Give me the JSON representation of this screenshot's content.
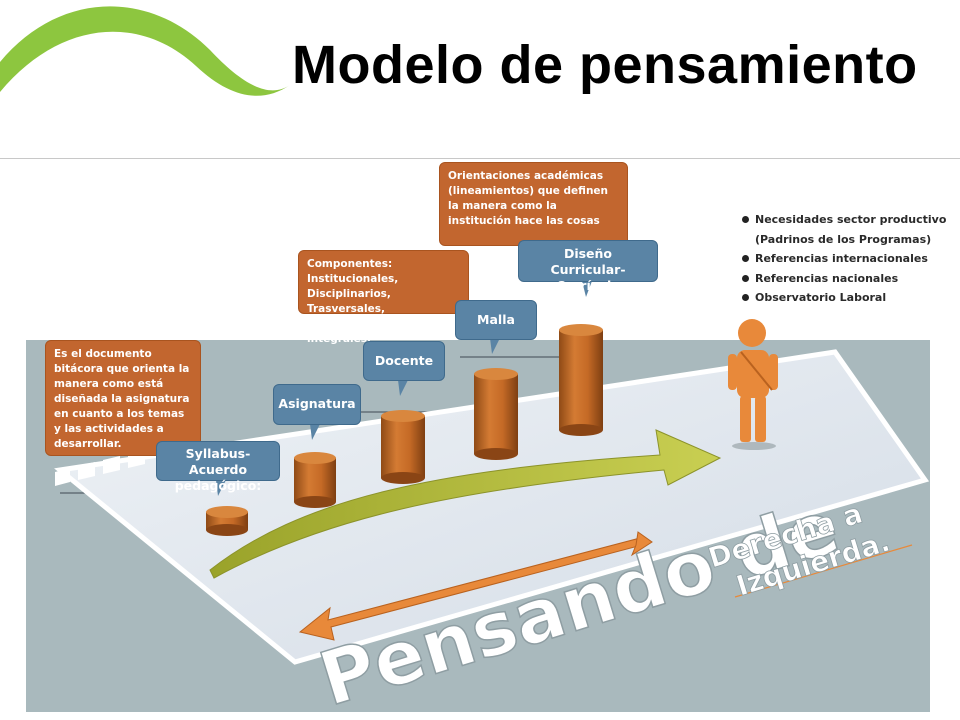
{
  "title": "Modelo de pensamiento",
  "callouts": {
    "orientaciones": "Orientaciones académicas (lineamientos) que definen la manera como la institución hace las cosas",
    "componentes": "Componentes: Institucionales, Disciplinarios, Trasversales, Investigativos e integrales.",
    "bitacora": "Es el documento bitácora que orienta la manera como está diseñada la asignatura en cuanto a los temas y las actividades a desarrollar."
  },
  "labels": {
    "diseno": "Diseño Curricular-Currículo",
    "malla": "Malla",
    "docente": "Docente",
    "asignatura": "Asignatura",
    "syllabus": "Syllabus-Acuerdo pedagógico:"
  },
  "bullets": [
    {
      "text": "Necesidades sector productivo",
      "dot": true
    },
    {
      "text": "(Padrinos de los Programas)",
      "dot": false
    },
    {
      "text": "Referencias internacionales",
      "dot": true
    },
    {
      "text": "Referencias nacionales",
      "dot": true
    },
    {
      "text": "Observatorio Laboral",
      "dot": true
    }
  ],
  "floor_text": {
    "line1": "Pensando de",
    "line2": "Derecha a",
    "line3": "Izquierda."
  },
  "colors": {
    "orange_box": "#c2662f",
    "blue_box": "#5a84a5",
    "green_swoosh": "#8dc63f",
    "cylinder": "#c56a26",
    "arrow_green": "#b5bd3a",
    "arrow_orange": "#e8893a",
    "floor": "#dde4ec",
    "background_panel": "#a9b9bd"
  }
}
